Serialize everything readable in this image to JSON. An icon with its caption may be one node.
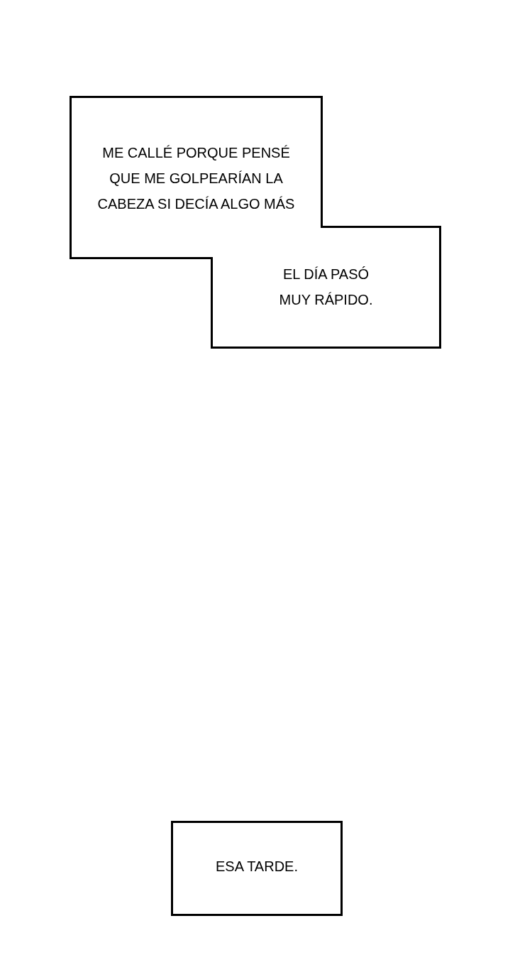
{
  "diagram": {
    "nodes": [
      {
        "text": [
          "ME CALLÉ PORQUE PENSÉ QUE ME GOLPEARÍAN LA CABEZA SI DECÍA ALGO MÁS"
        ]
      },
      {
        "text": [
          "EL DÍA PASÓ MUY RÁPIDO."
        ]
      },
      {
        "text": [
          "ESA TARDE."
        ]
      }
    ]
  }
}
